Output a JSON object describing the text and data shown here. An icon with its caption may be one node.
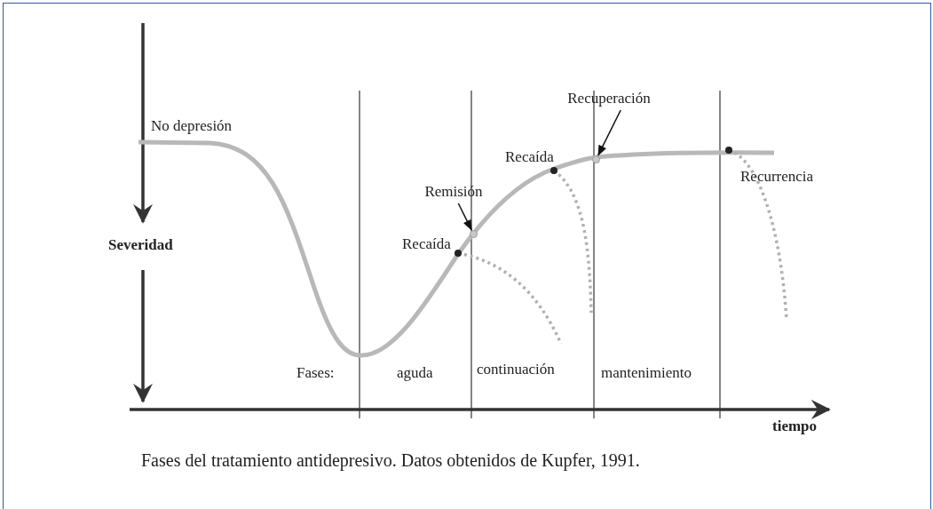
{
  "diagram": {
    "caption": "Fases del tratamiento antidepresivo. Datos obtenidos de Kupfer, 1991.",
    "nodes": [
      {
        "text": [
          "Remisión"
        ]
      },
      {
        "text": [],
        "shape": "circle"
      },
      {
        "text": [
          "Recuperación"
        ]
      },
      {
        "text": [],
        "shape": "circle"
      }
    ],
    "edges": [
      {
        "from": 0,
        "to": 1,
        "arrow": "to"
      },
      {
        "from": 2,
        "to": 3,
        "arrow": "to"
      }
    ],
    "labels": [
      "No depresión",
      "Recaída",
      "Recurrencia",
      "Severidad",
      "Recaída",
      "Fases:",
      "aguda",
      "continuación",
      "mantenimiento",
      "tiempo"
    ]
  }
}
